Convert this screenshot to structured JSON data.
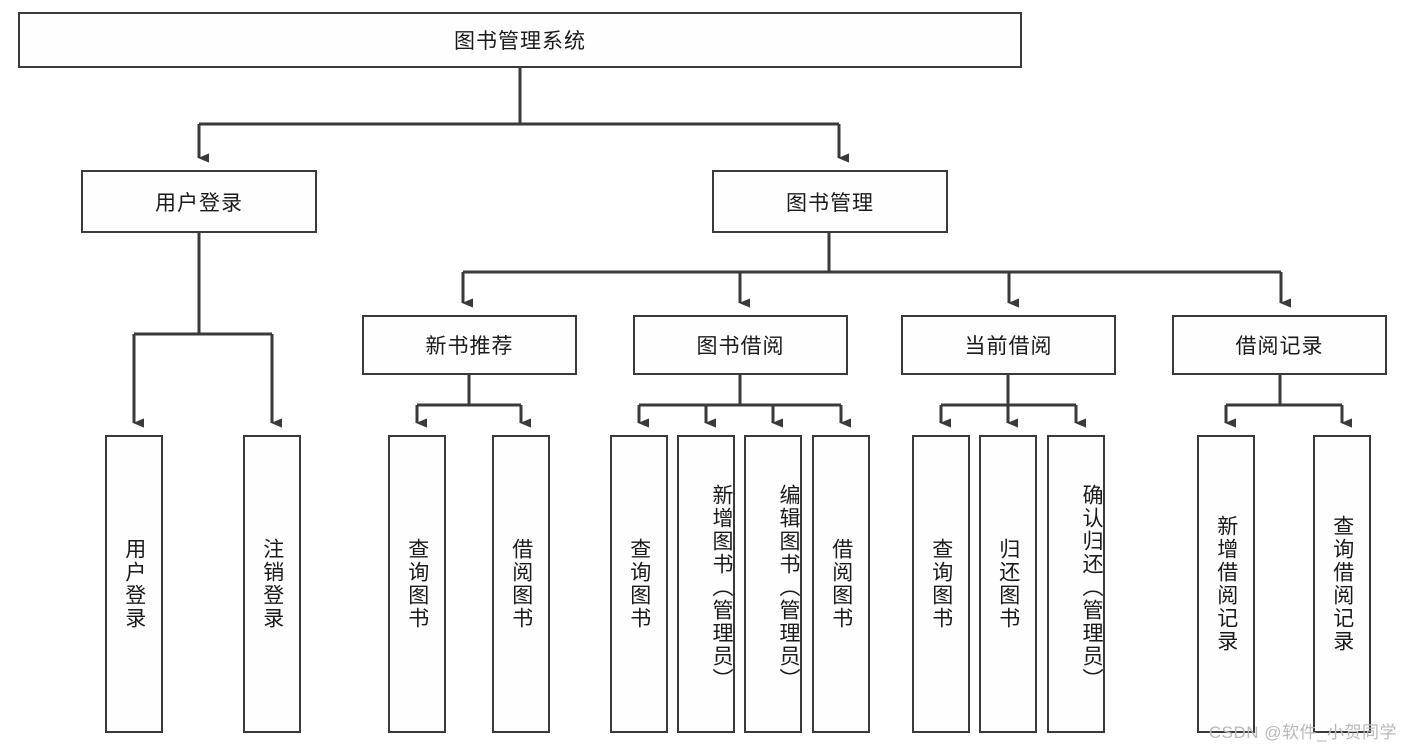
{
  "diagram": {
    "title": "图书管理系统",
    "type": "tree",
    "root": {
      "id": "root",
      "label": "图书管理系统",
      "orientation": "horizontal"
    },
    "level1": [
      {
        "id": "user-login",
        "label": "用户登录",
        "orientation": "horizontal"
      },
      {
        "id": "book-management",
        "label": "图书管理",
        "orientation": "horizontal"
      }
    ],
    "level2": [
      {
        "id": "new-book-recommend",
        "label": "新书推荐",
        "parent": "book-management",
        "orientation": "horizontal"
      },
      {
        "id": "book-borrow",
        "label": "图书借阅",
        "parent": "book-management",
        "orientation": "horizontal"
      },
      {
        "id": "current-borrow",
        "label": "当前借阅",
        "parent": "book-management",
        "orientation": "horizontal"
      },
      {
        "id": "borrow-record",
        "label": "借阅记录",
        "parent": "book-management",
        "orientation": "horizontal"
      }
    ],
    "leaves": [
      {
        "id": "leaf-user-login",
        "label": "用户登录",
        "parent": "user-login",
        "orientation": "vertical"
      },
      {
        "id": "leaf-user-logout",
        "label": "注销登录",
        "parent": "user-login",
        "orientation": "vertical"
      },
      {
        "id": "leaf-query-book-1",
        "label": "查询图书",
        "parent": "new-book-recommend",
        "orientation": "vertical"
      },
      {
        "id": "leaf-borrow-book-1",
        "label": "借阅图书",
        "parent": "new-book-recommend",
        "orientation": "vertical"
      },
      {
        "id": "leaf-query-book-2",
        "label": "查询图书",
        "parent": "book-borrow",
        "orientation": "vertical"
      },
      {
        "id": "leaf-add-book",
        "label": "新增图书（管理员）",
        "parent": "book-borrow",
        "orientation": "vertical"
      },
      {
        "id": "leaf-edit-book",
        "label": "编辑图书（管理员）",
        "parent": "book-borrow",
        "orientation": "vertical"
      },
      {
        "id": "leaf-borrow-book-2",
        "label": "借阅图书",
        "parent": "book-borrow",
        "orientation": "vertical"
      },
      {
        "id": "leaf-query-book-3",
        "label": "查询图书",
        "parent": "current-borrow",
        "orientation": "vertical"
      },
      {
        "id": "leaf-return-book",
        "label": "归还图书",
        "parent": "current-borrow",
        "orientation": "vertical"
      },
      {
        "id": "leaf-confirm-return",
        "label": "确认归还（管理员）",
        "parent": "current-borrow",
        "orientation": "vertical"
      },
      {
        "id": "leaf-add-record",
        "label": "新增借阅记录",
        "parent": "borrow-record",
        "orientation": "vertical"
      },
      {
        "id": "leaf-query-record",
        "label": "查询借阅记录",
        "parent": "borrow-record",
        "orientation": "vertical"
      }
    ],
    "colors": {
      "stroke": "#3a3a3a",
      "fill": "#fefefe",
      "text": "#1a1a1a",
      "watermark": "#b9b9b9"
    }
  },
  "watermark": {
    "text": "CSDN @软件_小贺同学"
  }
}
